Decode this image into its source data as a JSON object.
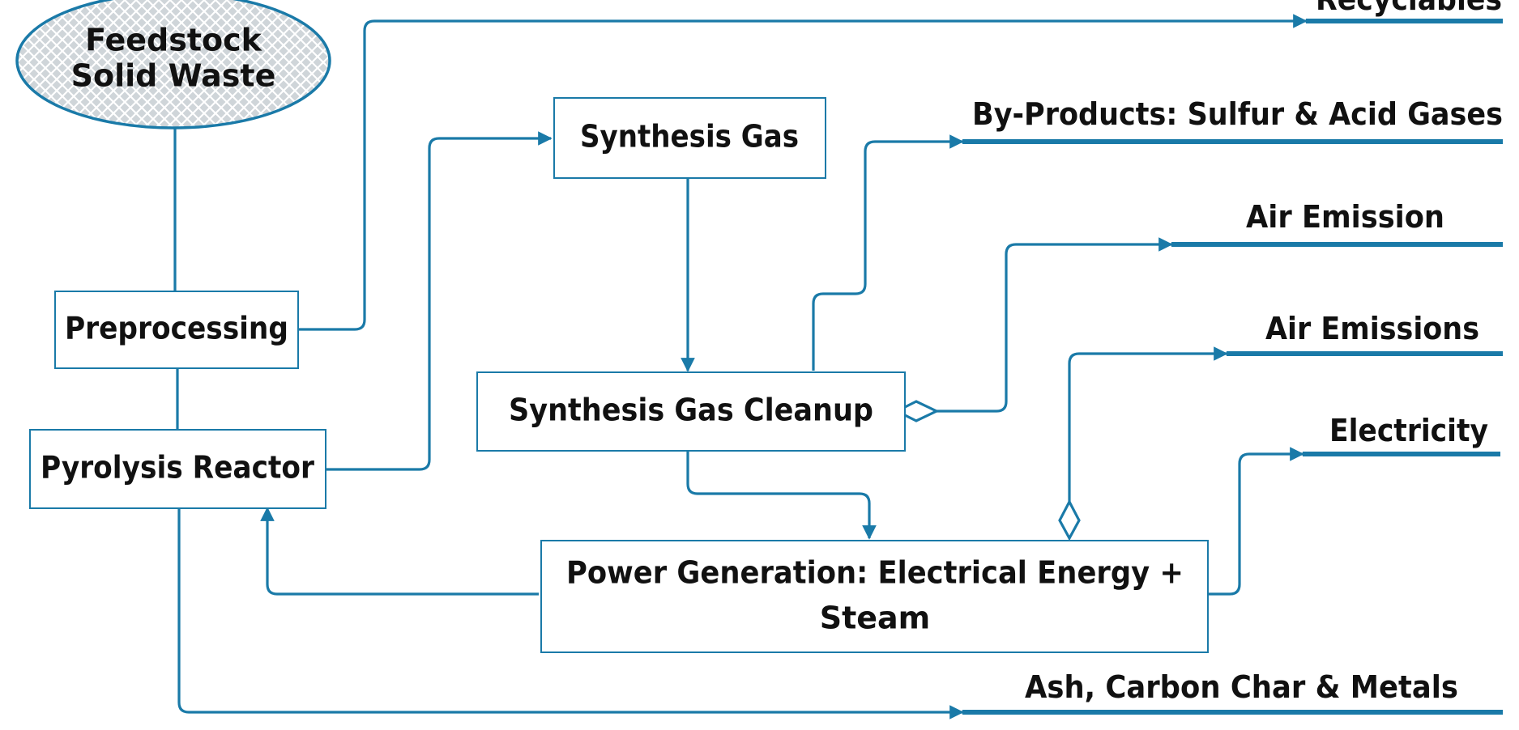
{
  "colors": {
    "line": "#1a7aa8",
    "box_fill": "#ffffff",
    "ellipse_fill": "#cfd5d9",
    "text": "#111111"
  },
  "nodes": {
    "feedstock_line1": "Feedstock",
    "feedstock_line2": "Solid Waste",
    "preprocessing": "Preprocessing",
    "pyrolysis_reactor": "Pyrolysis Reactor",
    "synthesis_gas": "Synthesis Gas",
    "synthesis_gas_cleanup": "Synthesis Gas Cleanup",
    "power_generation_line1": "Power Generation: Electrical Energy +",
    "power_generation_line2": "Steam"
  },
  "outputs": {
    "recyclables": "Recyclables",
    "byproducts": "By-Products: Sulfur & Acid Gases",
    "air_emission": "Air Emission",
    "air_emissions": "Air Emissions",
    "electricity": "Electricity",
    "ash": "Ash, Carbon Char & Metals"
  }
}
